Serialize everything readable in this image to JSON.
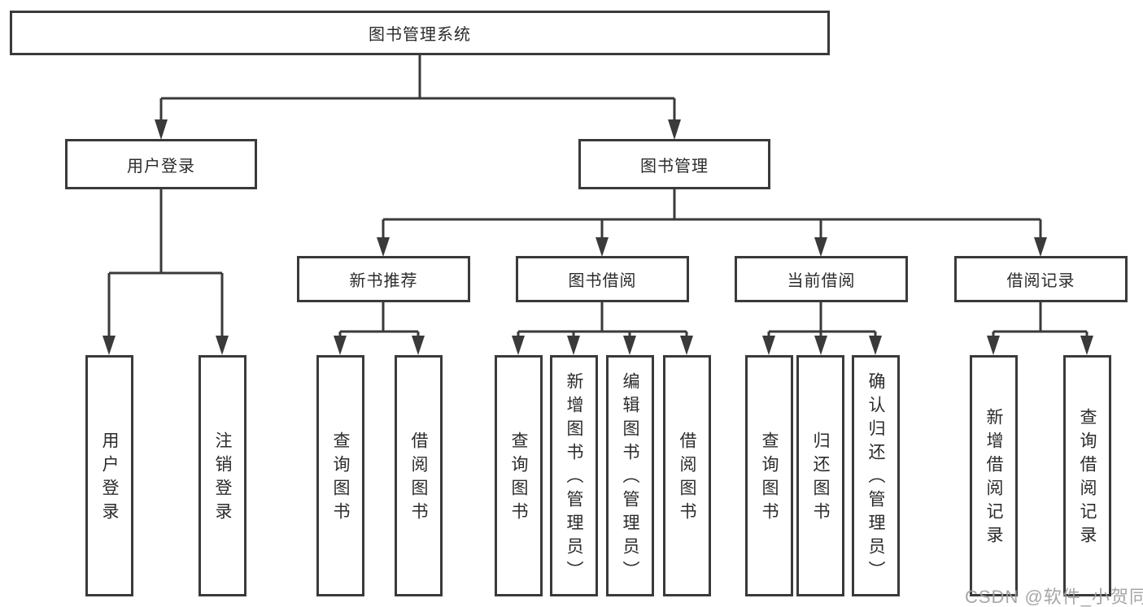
{
  "diagram": {
    "title_node": {
      "label": "图书管理系统"
    },
    "level2": [
      {
        "label": "用户登录"
      },
      {
        "label": "图书管理"
      }
    ],
    "level3": [
      {
        "label": "新书推荐"
      },
      {
        "label": "图书借阅"
      },
      {
        "label": "当前借阅"
      },
      {
        "label": "借阅记录"
      }
    ],
    "leaves": [
      {
        "label": "用户登录",
        "parent": "用户登录"
      },
      {
        "label": "注销登录",
        "parent": "用户登录"
      },
      {
        "label": "查询图书",
        "parent": "新书推荐"
      },
      {
        "label": "借阅图书",
        "parent": "新书推荐"
      },
      {
        "label": "查询图书",
        "parent": "图书借阅"
      },
      {
        "label": "新增图书（管理员）",
        "parent": "图书借阅"
      },
      {
        "label": "编辑图书（管理员）",
        "parent": "图书借阅"
      },
      {
        "label": "借阅图书",
        "parent": "图书借阅"
      },
      {
        "label": "查询图书",
        "parent": "当前借阅"
      },
      {
        "label": "归还图书",
        "parent": "当前借阅"
      },
      {
        "label": "确认归还（管理员）",
        "parent": "当前借阅"
      },
      {
        "label": "新增借阅记录",
        "parent": "借阅记录"
      },
      {
        "label": "查询借阅记录",
        "parent": "借阅记录"
      }
    ],
    "watermark": "CSDN @软件_小贺同学",
    "colors": {
      "line": "#3a3a3a",
      "text": "#2b2b2b",
      "watermark": "#9e9e9e",
      "background": "#ffffff"
    }
  }
}
